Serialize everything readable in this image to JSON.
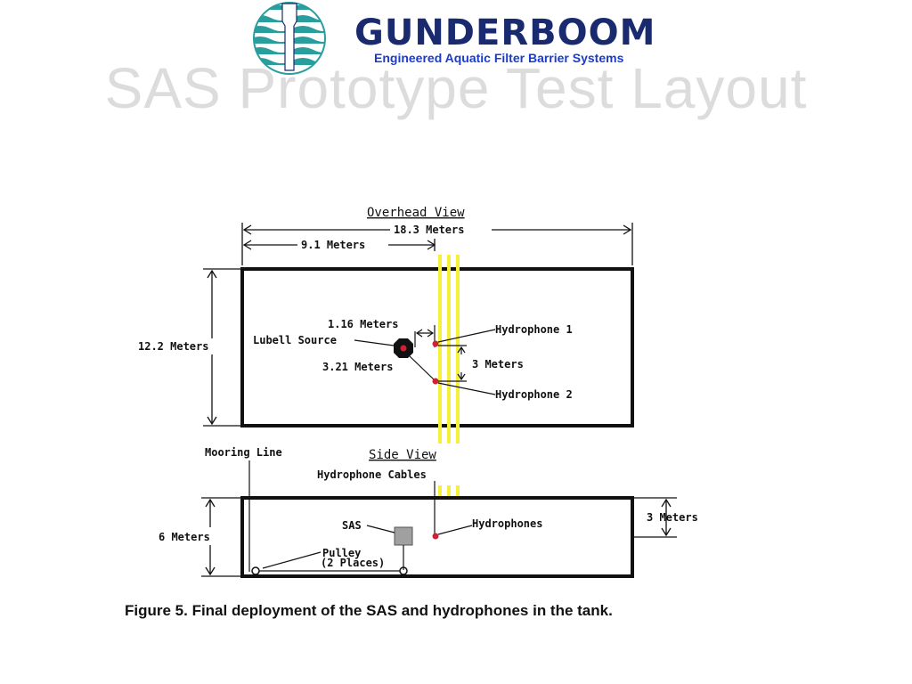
{
  "title": "SAS Prototype Test Layout",
  "logo": {
    "brand": "GUNDERBOOM",
    "tagline": "Engineered Aquatic Filter Barrier Systems",
    "colors": {
      "teal": "#2a9d9d",
      "navy": "#1a2a6e",
      "blue": "#1a3ccc"
    }
  },
  "overhead": {
    "heading": "Overhead View",
    "width_label": "18.3 Meters",
    "half_width_label": "9.1 Meters",
    "height_label": "12.2 Meters",
    "source_label": "Lubell Source",
    "offset_label": "1.16 Meters",
    "diag_label": "3.21 Meters",
    "spacing_label": "3 Meters",
    "hydrophone1": "Hydrophone 1",
    "hydrophone2": "Hydrophone 2"
  },
  "side": {
    "heading": "Side View",
    "mooring_label": "Mooring Line",
    "cables_label": "Hydrophone Cables",
    "sas_label": "SAS",
    "hydrophones_label": "Hydrophones",
    "depth_label": "3 Meters",
    "height_label": "6 Meters",
    "pulley_label": "Pulley",
    "pulley_places": "(2 Places)"
  },
  "caption": "Figure 5.  Final deployment of the SAS and hydrophones in the tank.",
  "colors": {
    "yellow_lines": "#f5f03a",
    "hydrophone": "#cc2233",
    "sas_box": "#a0a0a0"
  }
}
